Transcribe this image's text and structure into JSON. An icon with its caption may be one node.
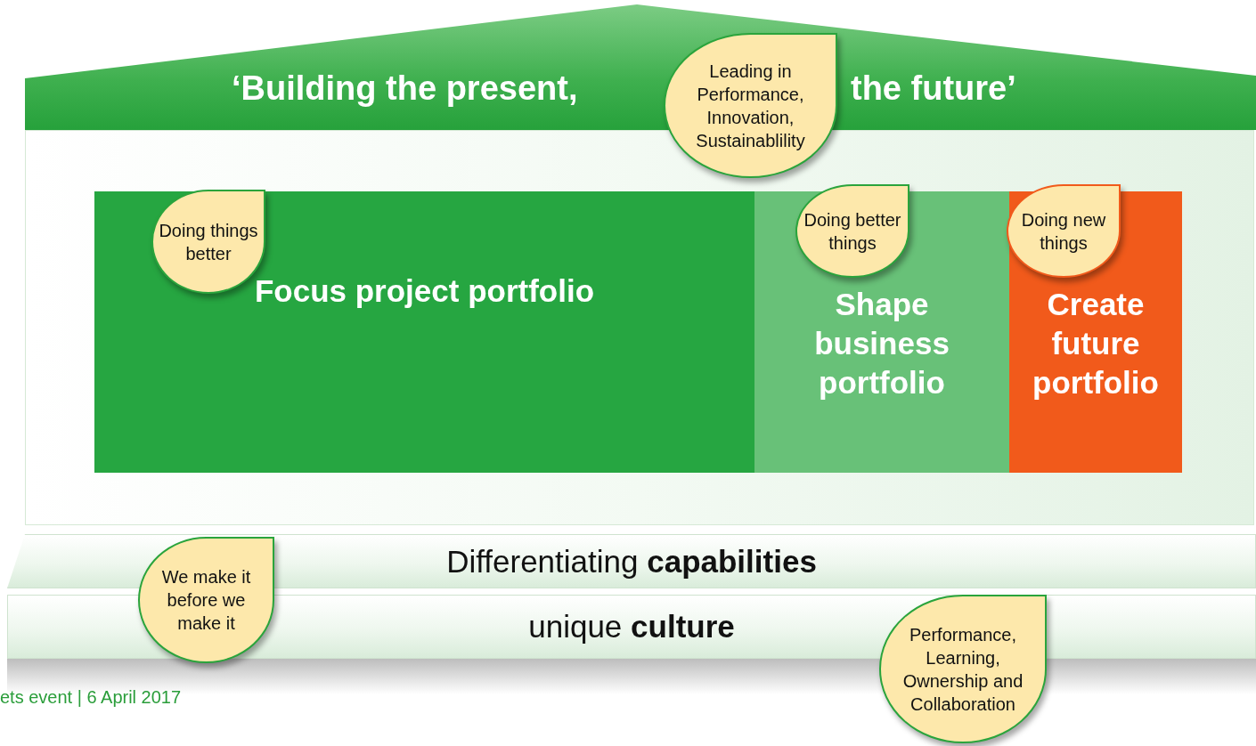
{
  "diagram": {
    "nodes": [
      {
        "text": [
          "‘Building the present,",
          "the future’"
        ]
      },
      {
        "text": [
          "Leading in Performance, Innovation, Sustainablility"
        ]
      },
      {
        "text": [
          "Focus project portfolio"
        ]
      },
      {
        "text": [
          "Doing things better"
        ],
        "in": 2
      },
      {
        "text": [
          "Shape business portfolio"
        ]
      },
      {
        "text": [
          "Doing better things"
        ],
        "in": 4
      },
      {
        "text": [
          "Create future portfolio"
        ]
      },
      {
        "text": [
          "Doing new things"
        ],
        "in": 6
      },
      {
        "text": [
          "Differentiating **capabilities**"
        ]
      },
      {
        "text": [
          "We make it before we make it"
        ]
      },
      {
        "text": [
          "unique **culture**"
        ]
      },
      {
        "text": [
          "Performance, Learning, Ownership and Collaboration"
        ]
      }
    ],
    "edges": [],
    "labels": [
      "ets event | 6 April 2017"
    ]
  }
}
